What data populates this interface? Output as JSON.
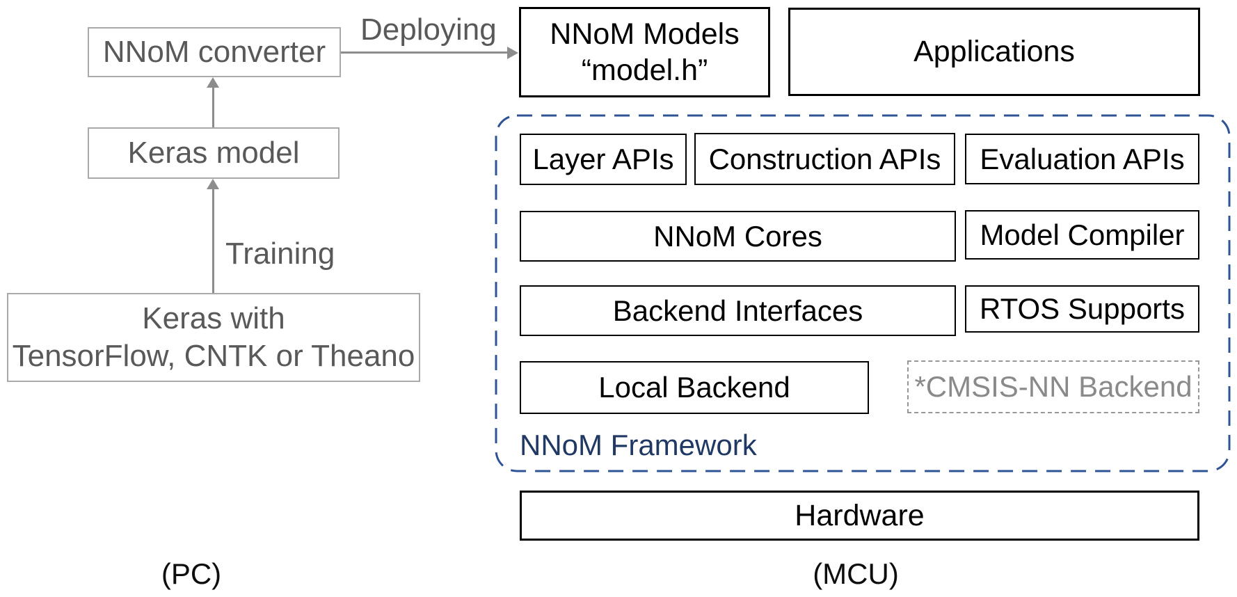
{
  "pc_side": {
    "converter_label": "NNoM converter",
    "keras_model_label": "Keras model",
    "keras_with_line1": "Keras with",
    "keras_with_line2": "TensorFlow, CNTK or Theano",
    "training_label": "Training",
    "deploying_label": "Deploying",
    "caption": "(PC)"
  },
  "mcu_side": {
    "nnom_models_line1": "NNoM Models",
    "nnom_models_line2": "“model.h”",
    "applications_label": "Applications",
    "framework_label": "NNoM Framework",
    "layer_apis_label": "Layer APIs",
    "construction_apis_label": "Construction APIs",
    "evaluation_apis_label": "Evaluation APIs",
    "nnom_cores_label": "NNoM Cores",
    "model_compiler_label": "Model Compiler",
    "backend_interfaces_label": "Backend Interfaces",
    "rtos_supports_label": "RTOS Supports",
    "local_backend_label": "Local Backend",
    "cmsis_backend_label": "*CMSIS-NN Backend",
    "hardware_label": "Hardware",
    "caption": "(MCU)"
  },
  "colors": {
    "framework_border": "#2f5496",
    "framework_text": "#1f3864",
    "gray_box_border": "#a9a9a9",
    "gray_text": "#595959",
    "arrow_gray": "#8c8c8c",
    "black": "#000000",
    "cmsis_gray": "#8a8a8a"
  }
}
